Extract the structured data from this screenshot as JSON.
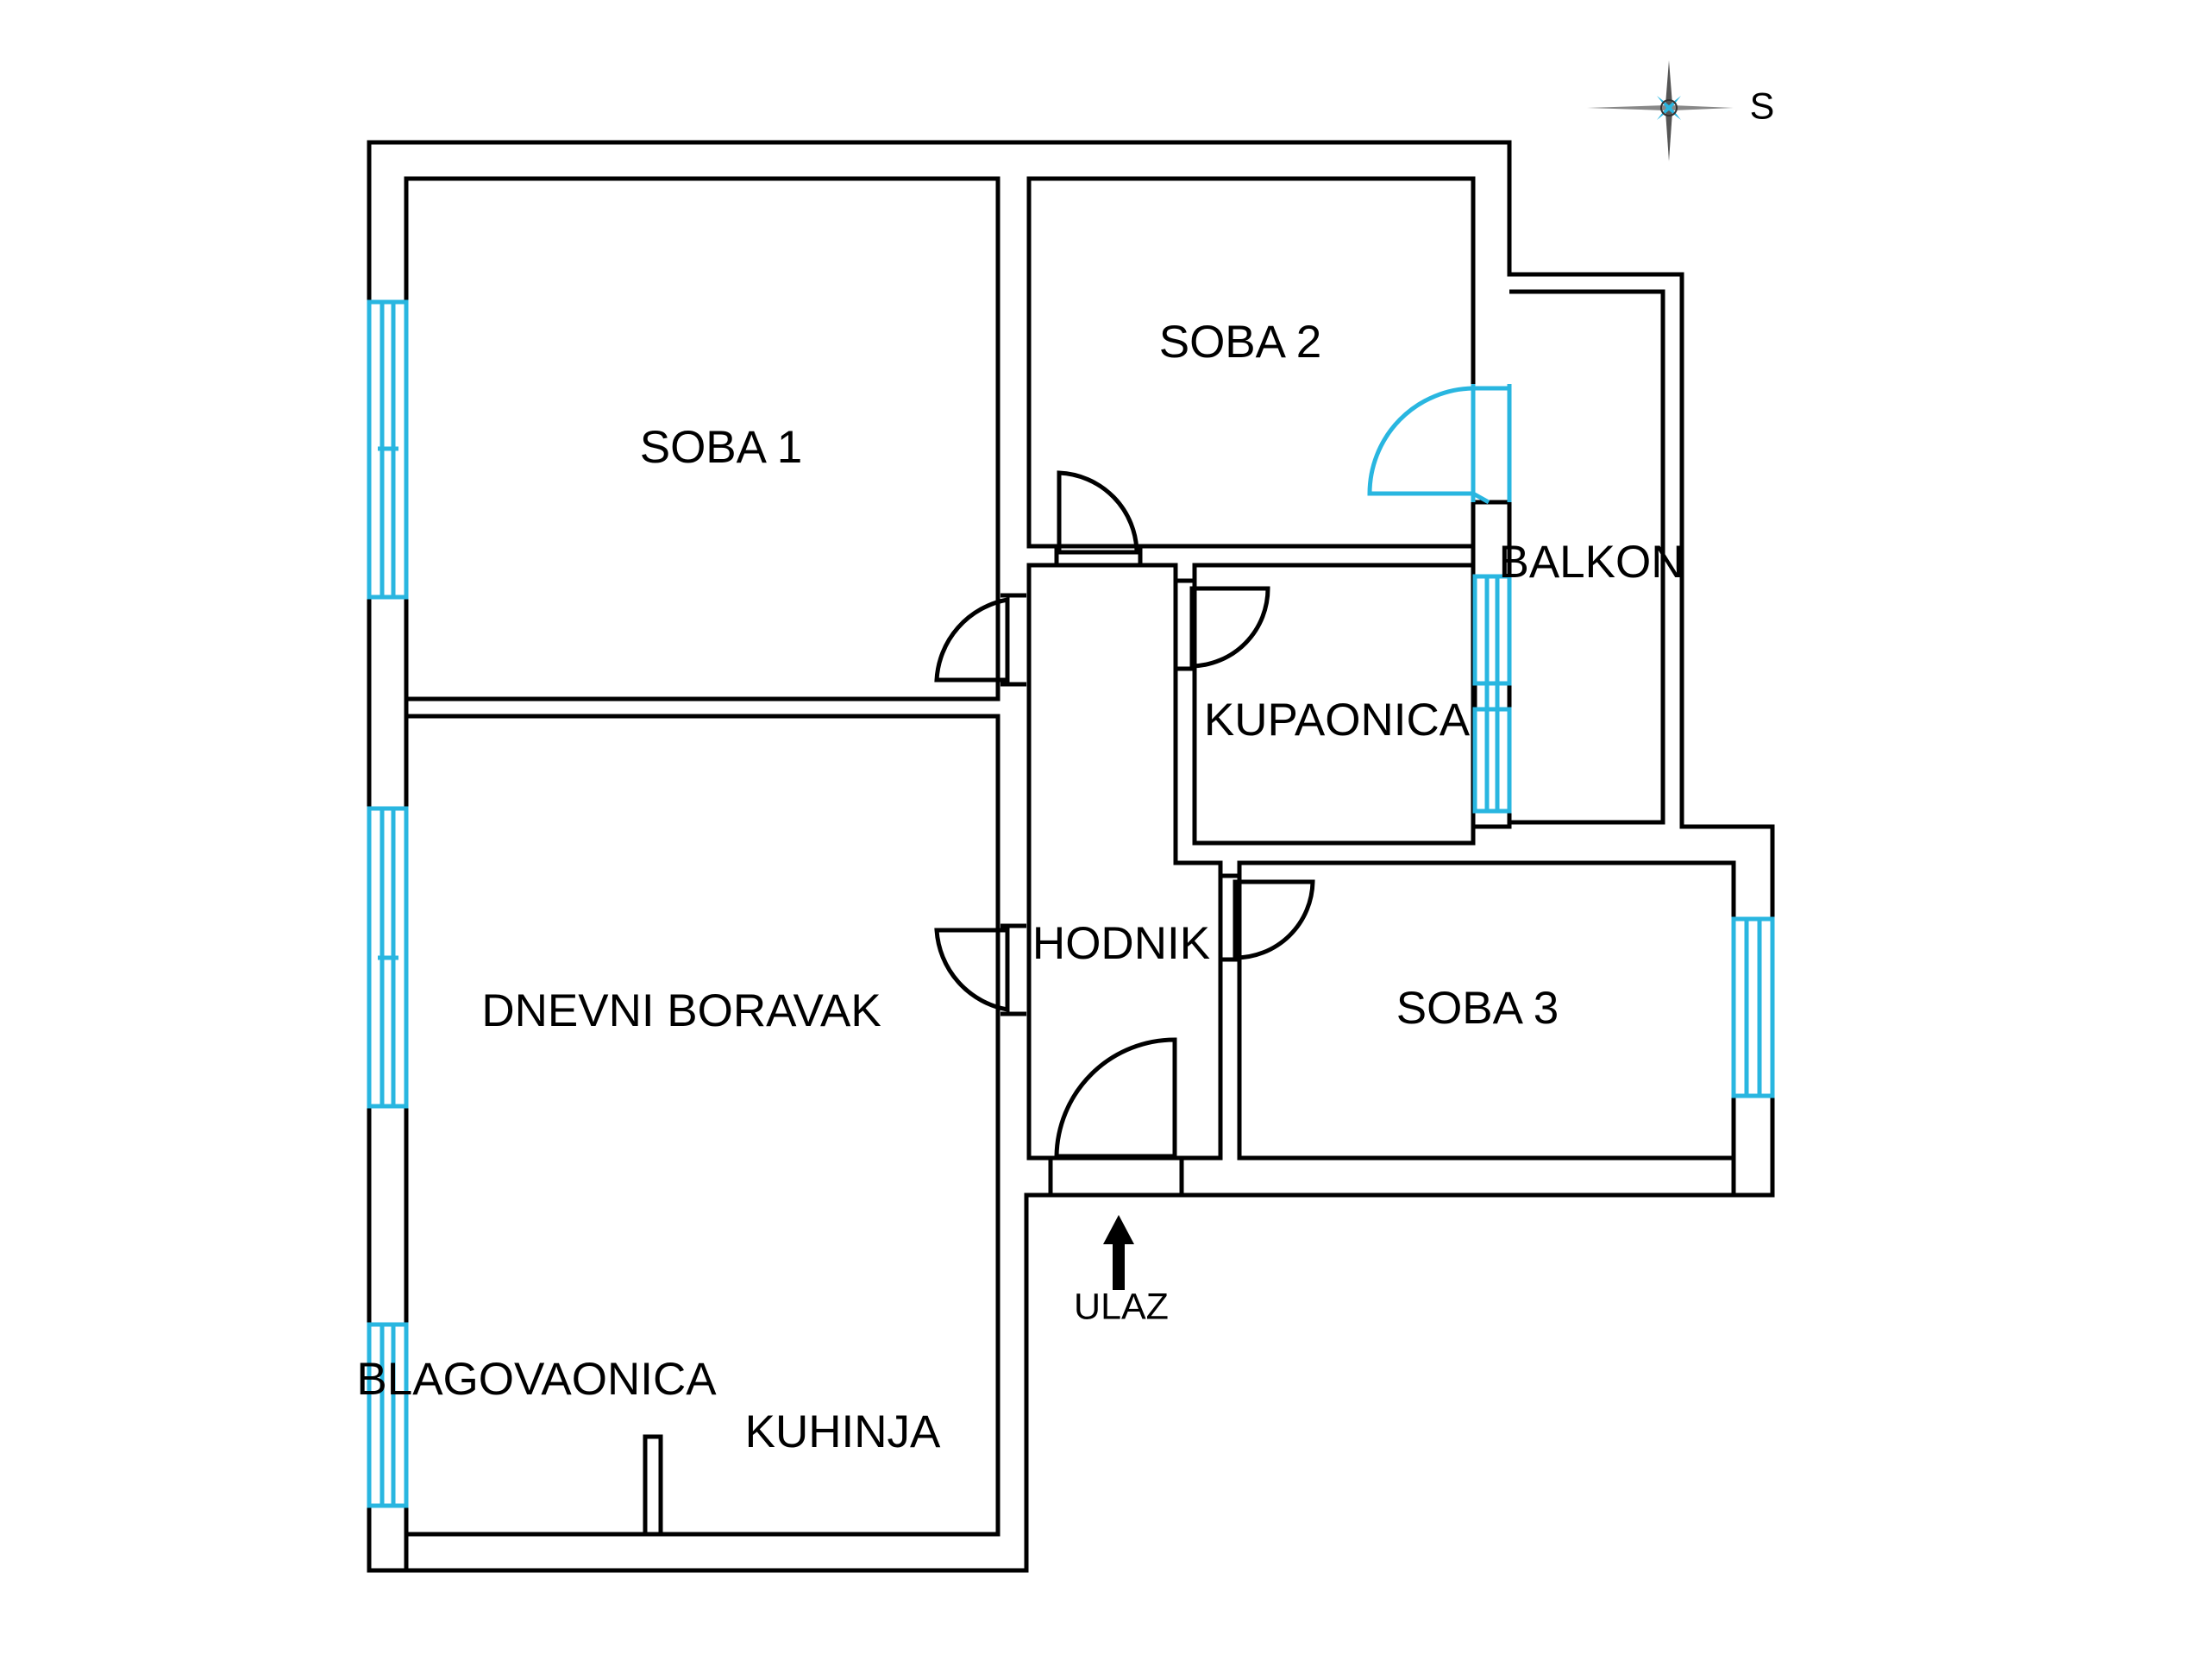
{
  "compass": {
    "label": "S",
    "icon": "compass-rose-icon"
  },
  "rooms": {
    "soba1": "SOBA 1",
    "soba2": "SOBA 2",
    "soba3": "SOBA 3",
    "balkon": "BALKON",
    "kupaonica": "KUPAONICA",
    "hodnik": "HODNIK",
    "dnevni_boravak": "DNEVNI BORAVAK",
    "blagovaonica": "BLAGOVAONICA",
    "kuhinja": "KUHINJA"
  },
  "entrance": {
    "label": "ULAZ",
    "icon": "entrance-arrow-icon"
  },
  "colors": {
    "wall": "#000000",
    "window": "#29b6e0",
    "background": "#ffffff"
  }
}
